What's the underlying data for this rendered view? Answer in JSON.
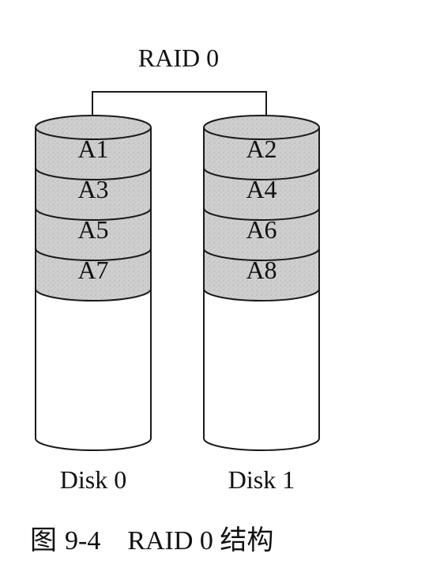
{
  "raid_label": "RAID 0",
  "disks": [
    {
      "label": "Disk 0",
      "blocks": [
        "A1",
        "A3",
        "A5",
        "A7"
      ]
    },
    {
      "label": "Disk 1",
      "blocks": [
        "A2",
        "A4",
        "A6",
        "A8"
      ]
    }
  ],
  "caption": {
    "figure": "图",
    "number": "9-4",
    "text": "RAID 0 结构"
  },
  "colors": {
    "block_fill": "#cfcfcf",
    "outline": "#1a1a1a",
    "background": "#ffffff"
  }
}
